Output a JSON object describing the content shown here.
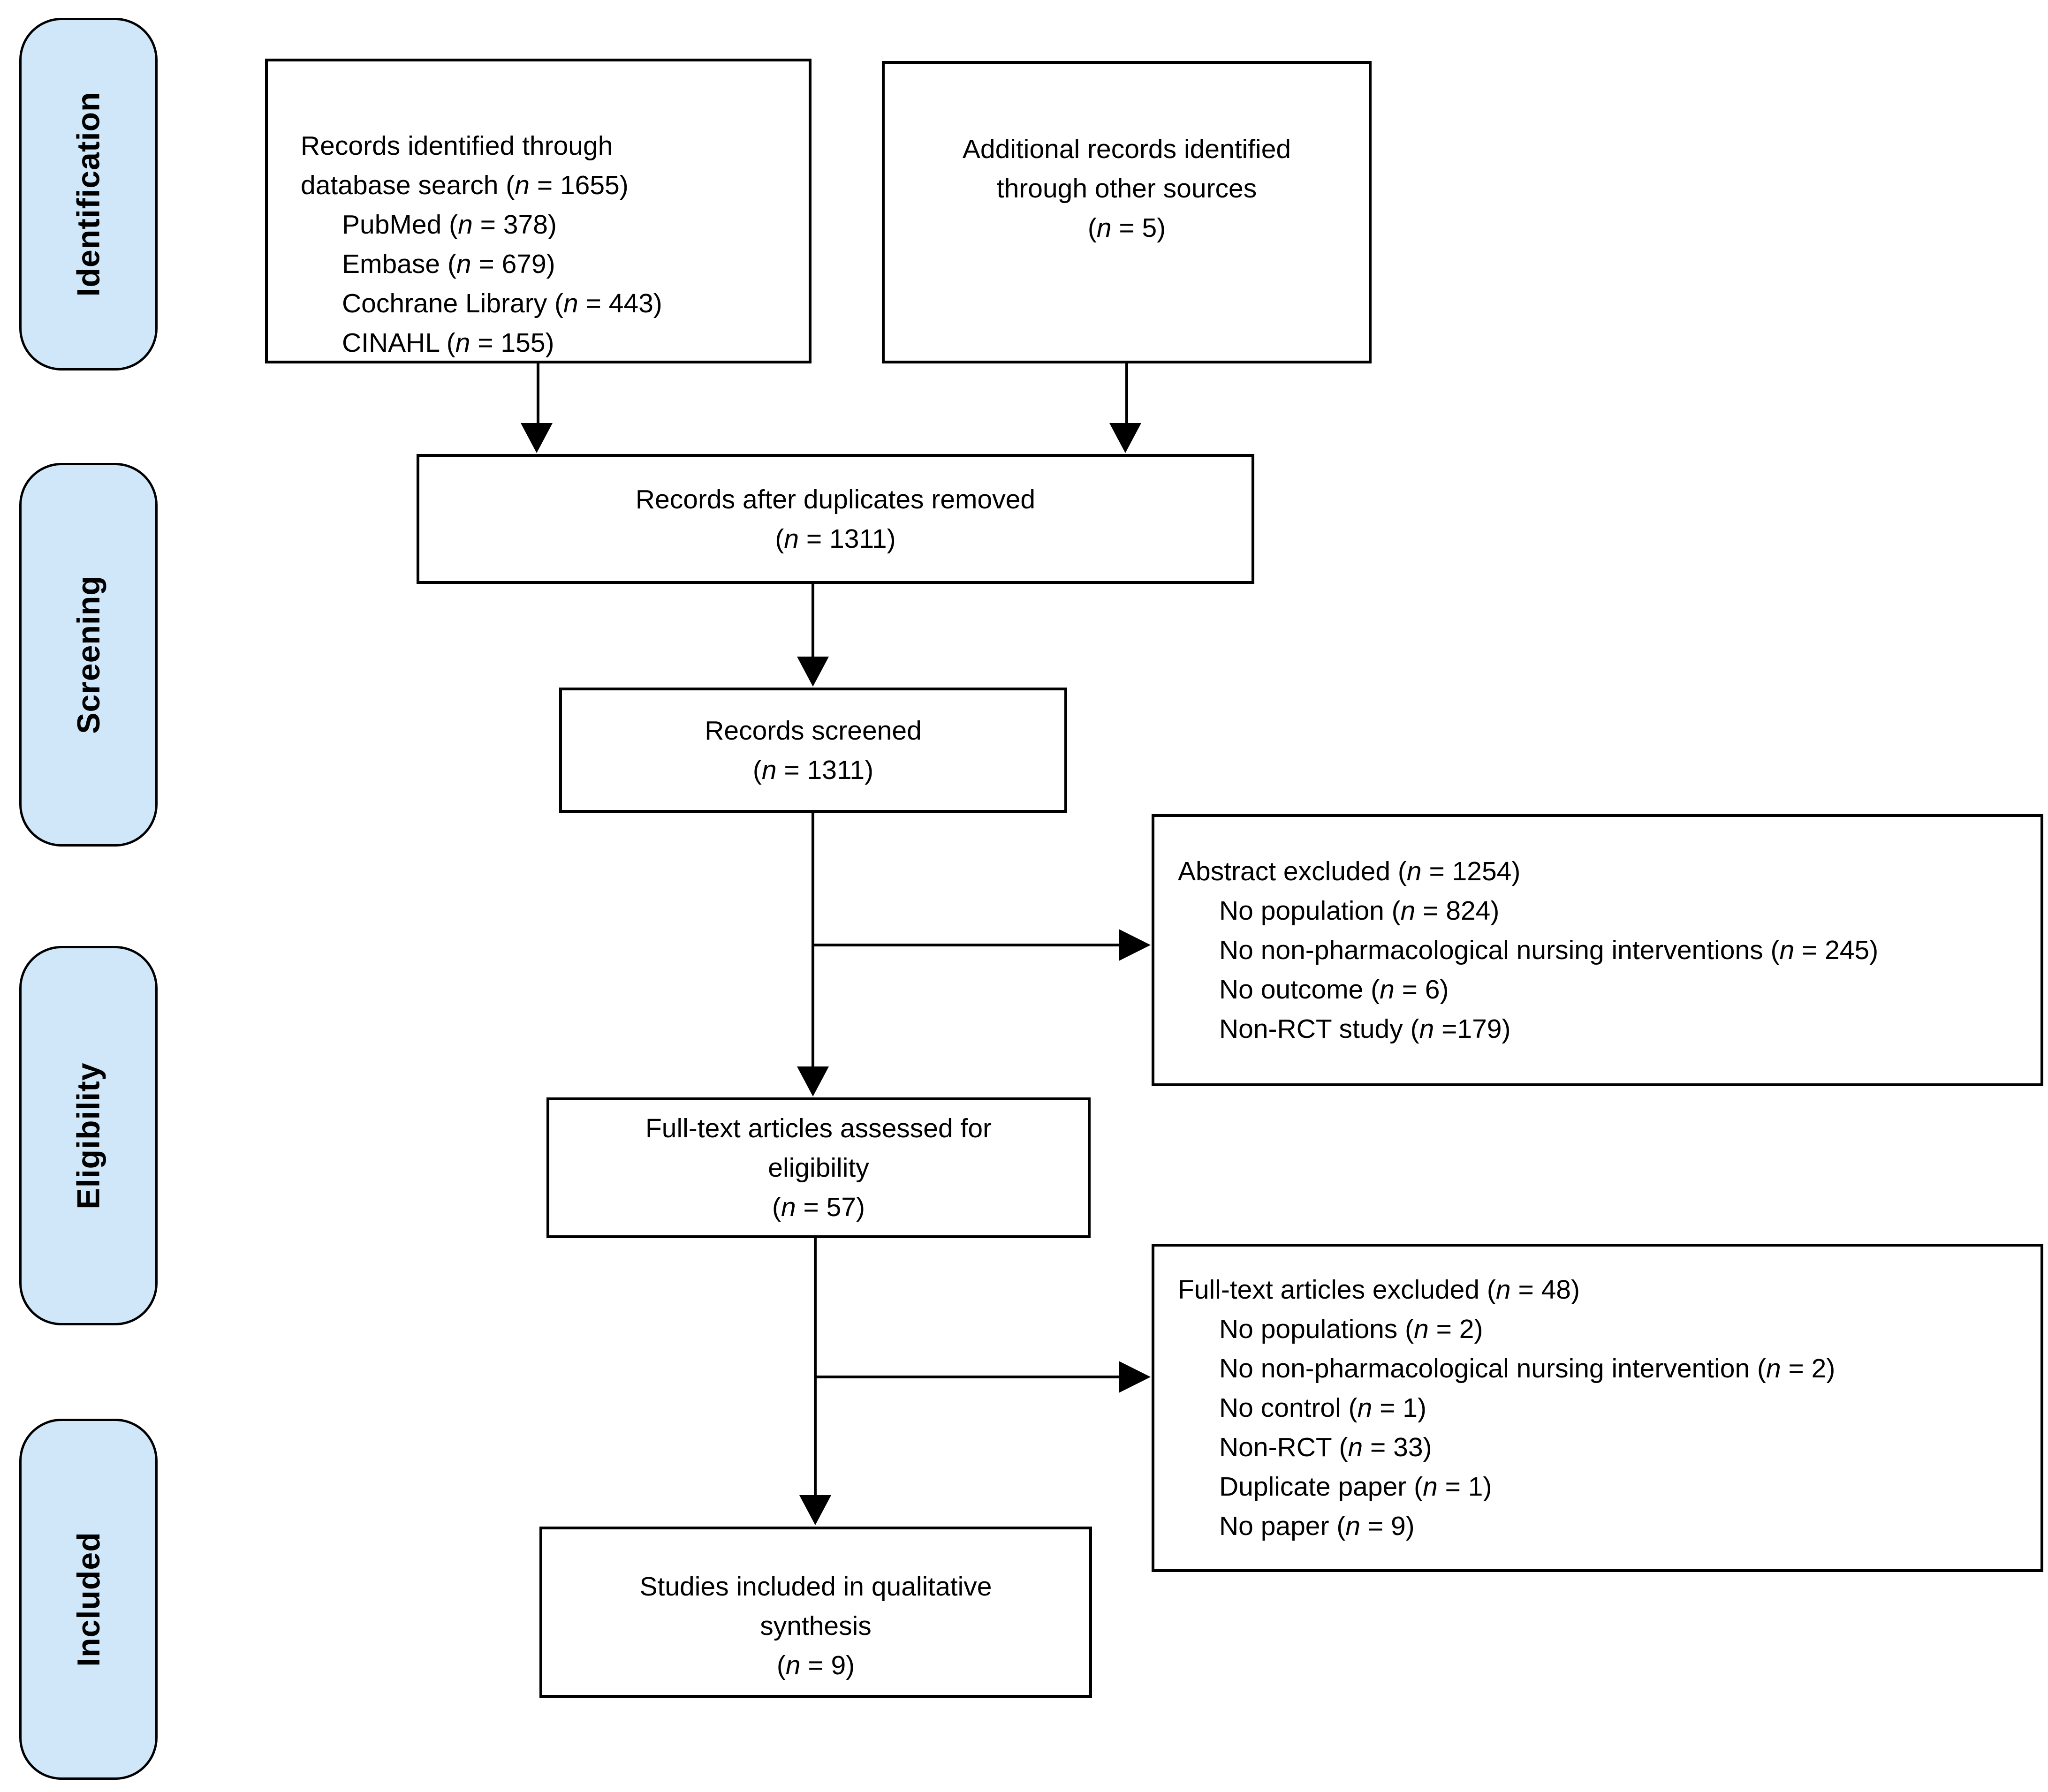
{
  "sidebar": {
    "stages": [
      {
        "label": "Identification"
      },
      {
        "label": "Screening"
      },
      {
        "label": "Eligibility"
      },
      {
        "label": "Included"
      }
    ]
  },
  "flow": {
    "identified": {
      "lines": [
        [
          {
            "t": "Records identified through"
          }
        ],
        [
          {
            "t": "database search ("
          },
          {
            "t": "n",
            "i": true
          },
          {
            "t": " = 1655)"
          }
        ]
      ],
      "items": [
        [
          {
            "t": "PubMed ("
          },
          {
            "t": "n",
            "i": true
          },
          {
            "t": " = 378)"
          }
        ],
        [
          {
            "t": "Embase ("
          },
          {
            "t": "n",
            "i": true
          },
          {
            "t": " = 679)"
          }
        ],
        [
          {
            "t": "Cochrane Library ("
          },
          {
            "t": "n",
            "i": true
          },
          {
            "t": " = 443)"
          }
        ],
        [
          {
            "t": "CINAHL ("
          },
          {
            "t": "n",
            "i": true
          },
          {
            "t": " = 155)"
          }
        ]
      ]
    },
    "additional": {
      "lines": [
        [
          {
            "t": "Additional records identified"
          }
        ],
        [
          {
            "t": "through other sources"
          }
        ],
        [
          {
            "t": "("
          },
          {
            "t": "n",
            "i": true
          },
          {
            "t": " = 5)"
          }
        ]
      ]
    },
    "duplicates_removed": {
      "lines": [
        [
          {
            "t": "Records after duplicates removed"
          }
        ],
        [
          {
            "t": "("
          },
          {
            "t": "n",
            "i": true
          },
          {
            "t": " = 1311)"
          }
        ]
      ]
    },
    "screened": {
      "lines": [
        [
          {
            "t": "Records screened"
          }
        ],
        [
          {
            "t": "("
          },
          {
            "t": "n",
            "i": true
          },
          {
            "t": " = 1311)"
          }
        ]
      ]
    },
    "abstract_excluded": {
      "lines": [
        [
          {
            "t": "Abstract excluded ("
          },
          {
            "t": "n",
            "i": true
          },
          {
            "t": " = 1254)"
          }
        ]
      ],
      "items": [
        [
          {
            "t": "No population ("
          },
          {
            "t": "n",
            "i": true
          },
          {
            "t": " = 824)"
          }
        ],
        [
          {
            "t": "No non-pharmacological nursing interventions ("
          },
          {
            "t": "n",
            "i": true
          },
          {
            "t": " = 245)"
          }
        ],
        [
          {
            "t": "No outcome ("
          },
          {
            "t": "n",
            "i": true
          },
          {
            "t": " = 6)"
          }
        ],
        [
          {
            "t": "Non-RCT study ("
          },
          {
            "t": "n",
            "i": true
          },
          {
            "t": " =179)"
          }
        ]
      ]
    },
    "fulltext_assessed": {
      "lines": [
        [
          {
            "t": "Full-text articles assessed for"
          }
        ],
        [
          {
            "t": "eligibility"
          }
        ],
        [
          {
            "t": "("
          },
          {
            "t": "n",
            "i": true
          },
          {
            "t": " = 57)"
          }
        ]
      ]
    },
    "fulltext_excluded": {
      "lines": [
        [
          {
            "t": "Full-text articles excluded ("
          },
          {
            "t": "n",
            "i": true
          },
          {
            "t": " = 48)"
          }
        ]
      ],
      "items": [
        [
          {
            "t": "No populations ("
          },
          {
            "t": "n",
            "i": true
          },
          {
            "t": " = 2)"
          }
        ],
        [
          {
            "t": "No non-pharmacological nursing intervention ("
          },
          {
            "t": "n",
            "i": true
          },
          {
            "t": " = 2)"
          }
        ],
        [
          {
            "t": "No control ("
          },
          {
            "t": "n",
            "i": true
          },
          {
            "t": " = 1)"
          }
        ],
        [
          {
            "t": "Non-RCT ("
          },
          {
            "t": "n",
            "i": true
          },
          {
            "t": " = 33)"
          }
        ],
        [
          {
            "t": "Duplicate paper ("
          },
          {
            "t": "n",
            "i": true
          },
          {
            "t": " = 1)"
          }
        ],
        [
          {
            "t": "No paper ("
          },
          {
            "t": "n",
            "i": true
          },
          {
            "t": " = 9)"
          }
        ]
      ]
    },
    "included_studies": {
      "lines": [
        [
          {
            "t": "Studies included in qualitative"
          }
        ],
        [
          {
            "t": "synthesis"
          }
        ],
        [
          {
            "t": "("
          },
          {
            "t": "n",
            "i": true
          },
          {
            "t": " = 9)"
          }
        ]
      ]
    }
  },
  "colors": {
    "stage_fill": "#cfe7f8",
    "box_fill": "#ffffff",
    "line": "#000000",
    "text": "#000000"
  }
}
